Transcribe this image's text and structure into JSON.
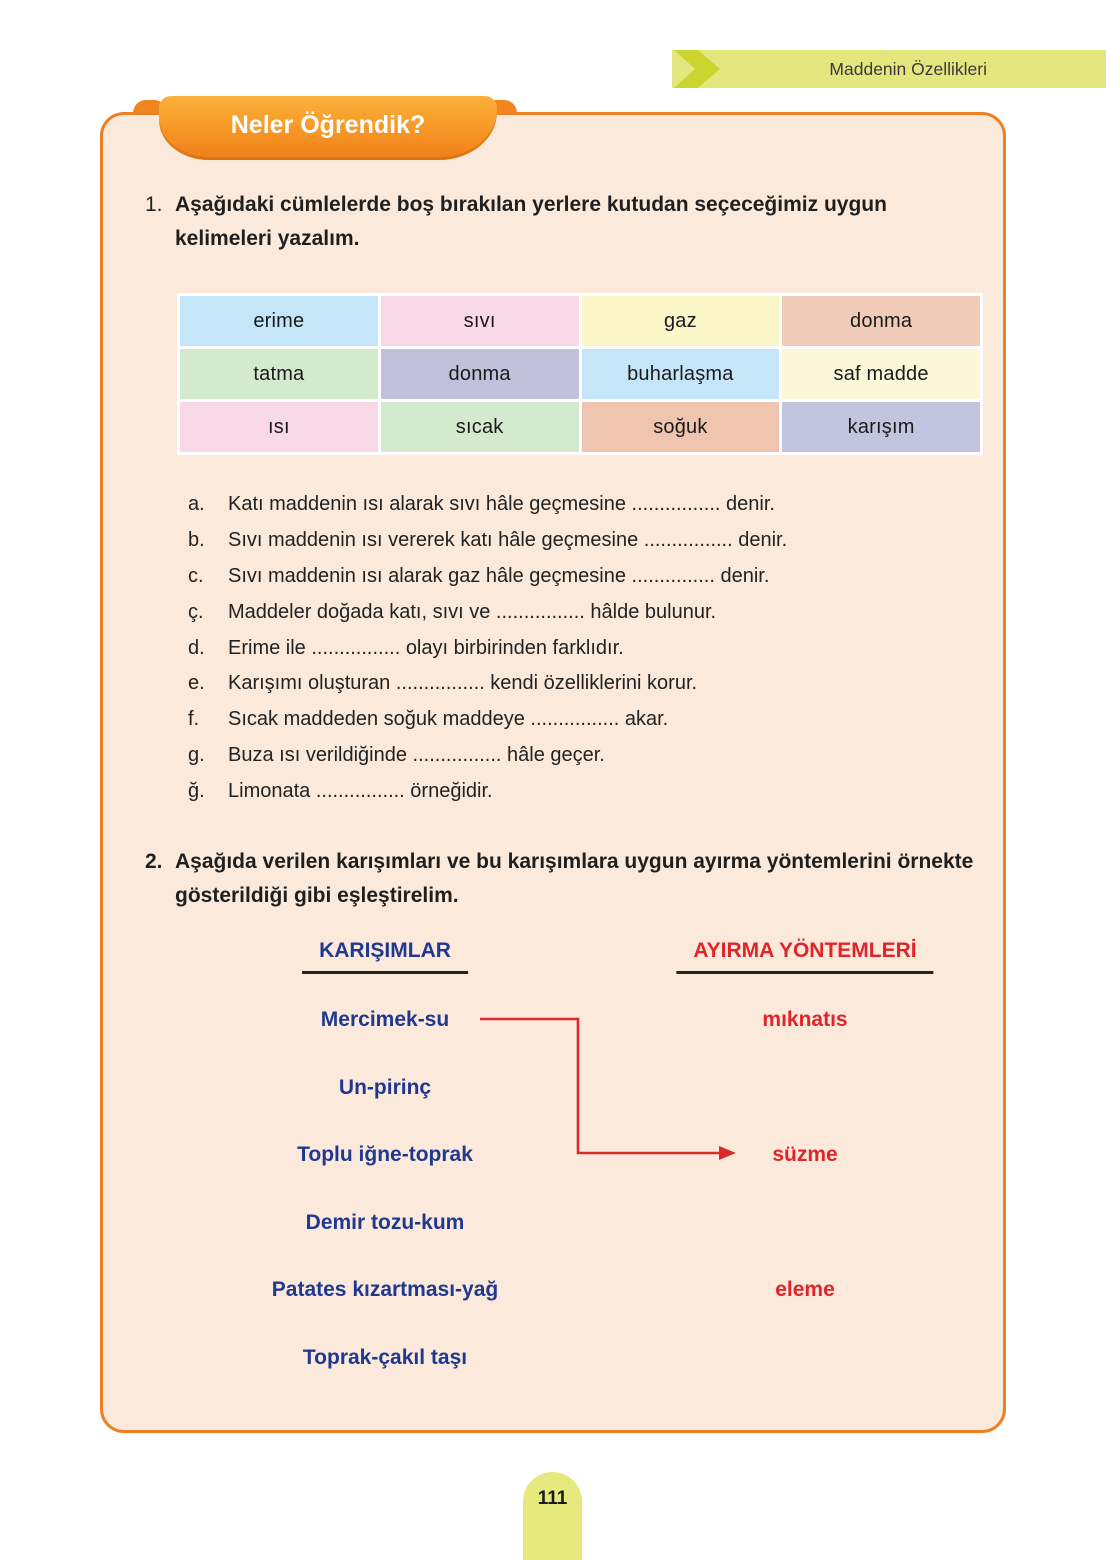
{
  "page_header": {
    "title": "Maddenin Özellikleri"
  },
  "badge": {
    "title": "Neler Öğrendik?"
  },
  "question1": {
    "number": "1.",
    "text": "Aşağıdaki cümlelerde boş bırakılan yerlere kutudan seçeceğimiz uygun kelimeleri yazalım.",
    "word_bank": {
      "rows": [
        [
          {
            "label": "erime",
            "color": "#C5E6F8"
          },
          {
            "label": "sıvı",
            "color": "#F9D8E8"
          },
          {
            "label": "gaz",
            "color": "#FAF6C8"
          },
          {
            "label": "donma",
            "color": "#F0CCB8"
          }
        ],
        [
          {
            "label": "tatma",
            "color": "#D4EACF"
          },
          {
            "label": "donma",
            "color": "#C1C1DC"
          },
          {
            "label": "buharlaşma",
            "color": "#C5E6F8"
          },
          {
            "label": "saf madde",
            "color": "#FBF7D8"
          }
        ],
        [
          {
            "label": "ısı",
            "color": "#F9D8E8"
          },
          {
            "label": "sıcak",
            "color": "#D4EACF"
          },
          {
            "label": "soğuk",
            "color": "#EFC5AF"
          },
          {
            "label": "karışım",
            "color": "#C3C4DE"
          }
        ]
      ]
    },
    "items": [
      {
        "letter": "a.",
        "text": "Katı maddenin ısı alarak sıvı hâle geçmesine ................ denir."
      },
      {
        "letter": "b.",
        "text": "Sıvı maddenin ısı vererek katı hâle geçmesine ................ denir."
      },
      {
        "letter": "c.",
        "text": "Sıvı maddenin ısı alarak gaz hâle geçmesine ............... denir."
      },
      {
        "letter": "ç.",
        "text": "Maddeler doğada katı, sıvı ve ................ hâlde bulunur."
      },
      {
        "letter": "d.",
        "text": "Erime ile ................ olayı birbirinden farklıdır."
      },
      {
        "letter": "e.",
        "text": "Karışımı oluşturan ................ kendi özelliklerini korur."
      },
      {
        "letter": "f.",
        "text": "Sıcak maddeden soğuk maddeye ................ akar."
      },
      {
        "letter": "g.",
        "text": "Buza ısı verildiğinde ................ hâle geçer."
      },
      {
        "letter": "ğ.",
        "text": "Limonata ................ örneğidir."
      }
    ]
  },
  "question2": {
    "number": "2.",
    "text": "Aşağıda verilen karışımları ve bu karışımlara uygun ayırma yöntemlerini örnekte gösterildiği gibi eşleştirelim.",
    "left_header": "KARIŞIMLAR",
    "right_header": "AYIRMA YÖNTEMLERİ",
    "mixtures": [
      "Mercimek-su",
      "Un-pirinç",
      "Toplu iğne-toprak",
      "Demir tozu-kum",
      "Patates kızartması-yağ",
      "Toprak-çakıl taşı"
    ],
    "methods": [
      {
        "label": "mıknatıs",
        "row": 0
      },
      {
        "label": "süzme",
        "row": 2
      },
      {
        "label": "eleme",
        "row": 4
      }
    ],
    "example_match": {
      "from": "Mercimek-su",
      "to": "süzme"
    }
  },
  "page_number": "111",
  "colors": {
    "box_background": "#FBEADB",
    "box_border": "#EE7F22",
    "banner_background": "#E3E77D",
    "banner_chevron": "#CCD52F",
    "mixtures_text": "#20388F",
    "methods_text": "#E0252A",
    "connector_line": "#D92B2B",
    "page_tab": "#E6E97E"
  }
}
